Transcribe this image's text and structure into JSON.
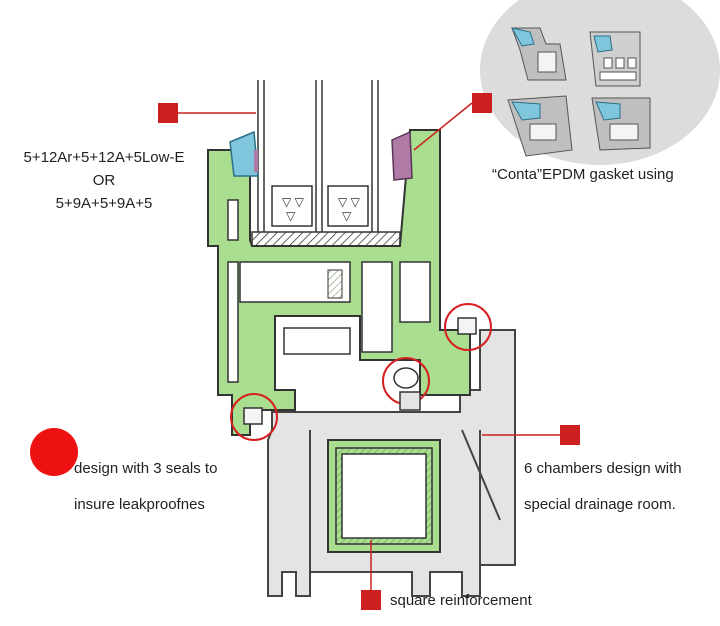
{
  "labels": {
    "glass_line1": "5+12Ar+5+12A+5Low-E",
    "glass_line2": "OR",
    "glass_line3": "5+9A+5+9A+5",
    "gasket": "“Conta”EPDM gasket using",
    "seals_line1": "design with 3 seals to",
    "seals_line2": "insure leakproofnes",
    "chambers_line1": "6 chambers design with",
    "chambers_line2": "special drainage room.",
    "reinforcement": "square reinforcement"
  },
  "colors": {
    "marker": "#cc1f1f",
    "dot": "#ee1111",
    "sash_fill": "#a9dd8f",
    "frame_fill": "#e4e4e4",
    "gasket_fill": "#7fc6dc",
    "seal_fill": "#b07aa6"
  }
}
